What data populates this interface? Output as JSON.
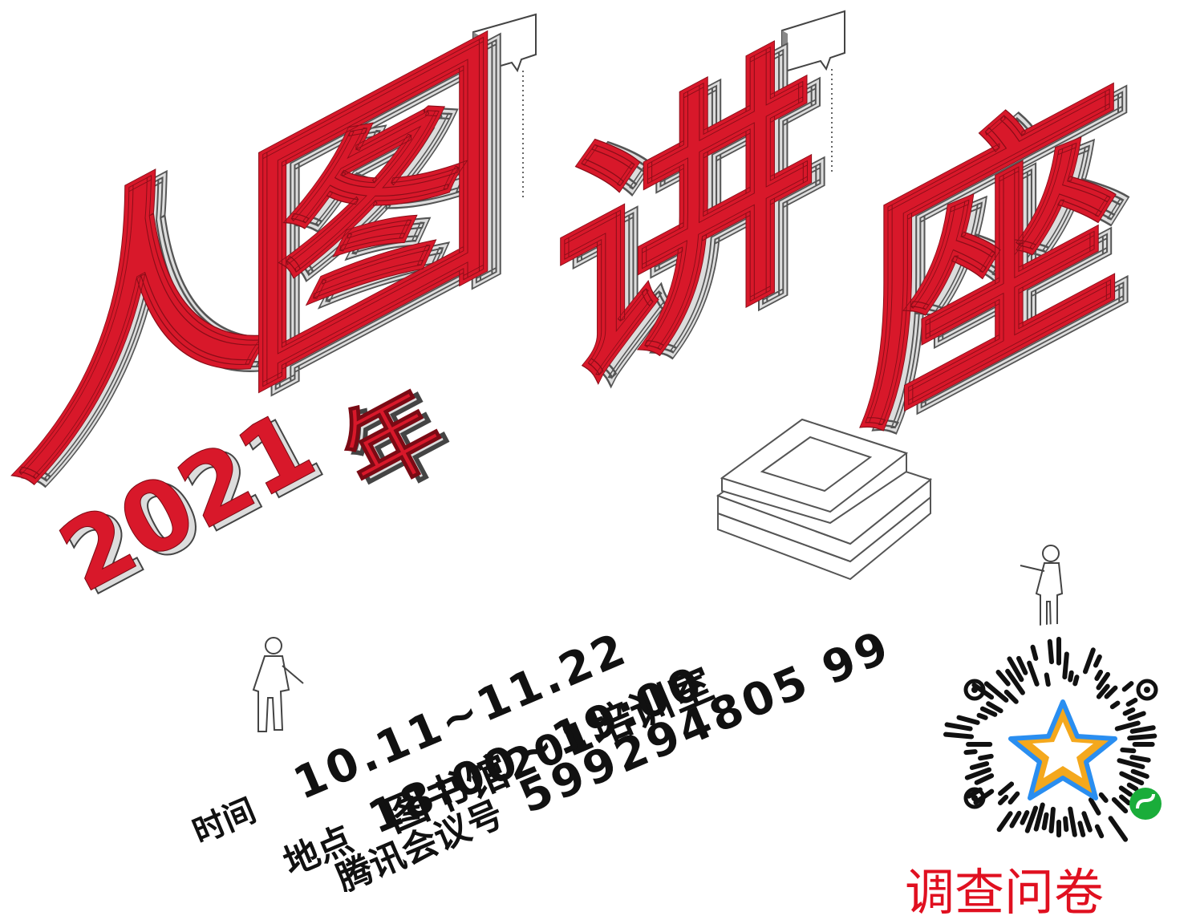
{
  "title": {
    "chars": [
      "人",
      "图",
      "讲",
      "座"
    ],
    "year_digits": "2021",
    "year_char": "年"
  },
  "info": {
    "time_label": "时间",
    "time_dates": "10.11~11.22",
    "time_hours": "18:00~19:00",
    "place_label": "地点",
    "place_value": "图书馆201培训室",
    "meeting_label": "腾讯会议号",
    "meeting_id": "599294805 99"
  },
  "qr": {
    "caption": "调查问卷"
  },
  "colors": {
    "accent": "#d8182a",
    "extrusion": "#dcdcdc",
    "outline": "#555555"
  },
  "icons": [
    "speech-bubble-icon",
    "speech-bubble-icon",
    "book-stack-icon",
    "qr-code-icon",
    "star-icon",
    "mini-program-icon",
    "person-figure-icon",
    "person-figure-icon"
  ]
}
